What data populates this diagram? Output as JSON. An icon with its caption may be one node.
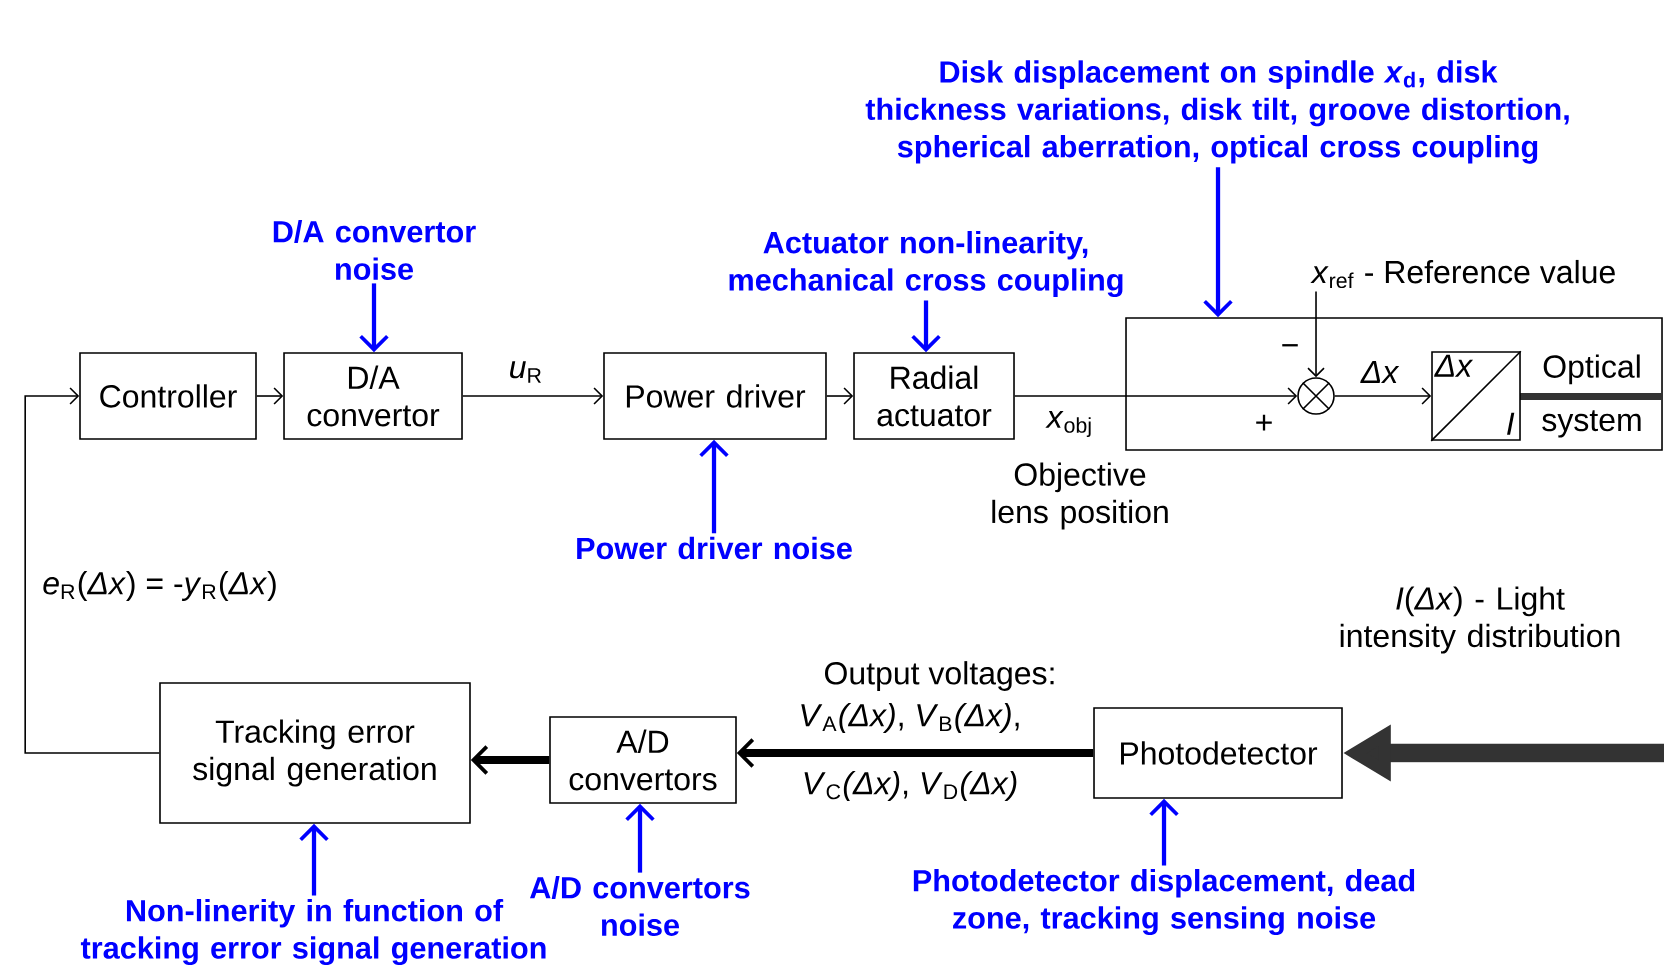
{
  "diagram": {
    "nodes": [
      {
        "text": [
          "Controller"
        ]
      },
      {
        "text": [
          "D/A convertor"
        ]
      },
      {
        "text": [
          "Power driver"
        ]
      },
      {
        "text": [
          "Radial actuator"
        ]
      },
      {
        "text": [
          "Optical system"
        ]
      },
      {
        "text": [],
        "shape": "circle",
        "in": 4
      },
      {
        "text": [
          "*Δx*",
          "I"
        ],
        "in": 4
      },
      {
        "text": [
          "Tracking error signal generation"
        ]
      },
      {
        "text": [
          "A/D convertors"
        ]
      },
      {
        "text": [
          "Photodetector"
        ]
      },
      {
        "text": [
          "*x*$_{ref}$ - Reference value"
        ]
      },
      {
        "text": [
          "D/A convertor noise"
        ]
      },
      {
        "text": [
          "Actuator non-linearity, mechanical cross coupling"
        ]
      },
      {
        "text": [
          "Disk displacement on spindle *x*$_{d}$, disk thickness variations, disk tilt, groove distortion, spherical aberration, optical cross coupling"
        ]
      },
      {
        "text": [
          "Power driver noise"
        ]
      },
      {
        "text": [
          "Non-linerity in function of tracking error signal generation"
        ]
      },
      {
        "text": [
          "A/D convertors noise"
        ]
      },
      {
        "text": [
          "Photodetector displacement, dead zone, tracking sensing noise"
        ]
      }
    ],
    "edges": [
      {
        "from": 0,
        "to": 1,
        "arrow": "to"
      },
      {
        "from": 1,
        "to": 2,
        "arrow": "to",
        "label": "*u*$_{R}$"
      },
      {
        "from": 2,
        "to": 3,
        "arrow": "to"
      },
      {
        "from": 3,
        "to": 5,
        "arrow": "to",
        "label": "*x*$_{obj}$"
      },
      {
        "from": 5,
        "to": 6,
        "arrow": "to",
        "label": "*Δx*"
      },
      {
        "from": 9,
        "to": 8,
        "arrow": "to",
        "style": "thick",
        "label": "Output voltages:"
      },
      {
        "from": 8,
        "to": 7,
        "arrow": "to",
        "style": "thick"
      },
      {
        "from": 7,
        "to": 0,
        "arrow": "to",
        "label": "*e*$_{R}$(*Δx*) = -*y*$_{R}$(*Δx*)"
      },
      {
        "from": null,
        "to": 9,
        "arrow": "to",
        "style": "thick",
        "color": "#333333",
        "label": "*I*(*Δx*) - Light intensity distribution"
      },
      {
        "from": 10,
        "to": 5,
        "arrow": "to"
      },
      {
        "from": 11,
        "to": 1,
        "arrow": "to",
        "color": "#0000ff"
      },
      {
        "from": 12,
        "to": 3,
        "arrow": "to",
        "color": "#0000ff"
      },
      {
        "from": 13,
        "to": 4,
        "arrow": "to",
        "color": "#0000ff"
      },
      {
        "from": 14,
        "to": 2,
        "arrow": "to",
        "color": "#0000ff"
      },
      {
        "from": 15,
        "to": 7,
        "arrow": "to",
        "color": "#0000ff"
      },
      {
        "from": 16,
        "to": 8,
        "arrow": "to",
        "color": "#0000ff"
      },
      {
        "from": 17,
        "to": 9,
        "arrow": "to",
        "color": "#0000ff"
      }
    ],
    "labels": [
      "Objective lens position",
      "−",
      "+",
      "*V*$_{A}$*(Δx)*, *V*$_{B}$*(Δx)*,",
      "*V*$_{C}$*(Δx)*, *V*$_{D}$*(Δx)*"
    ]
  }
}
